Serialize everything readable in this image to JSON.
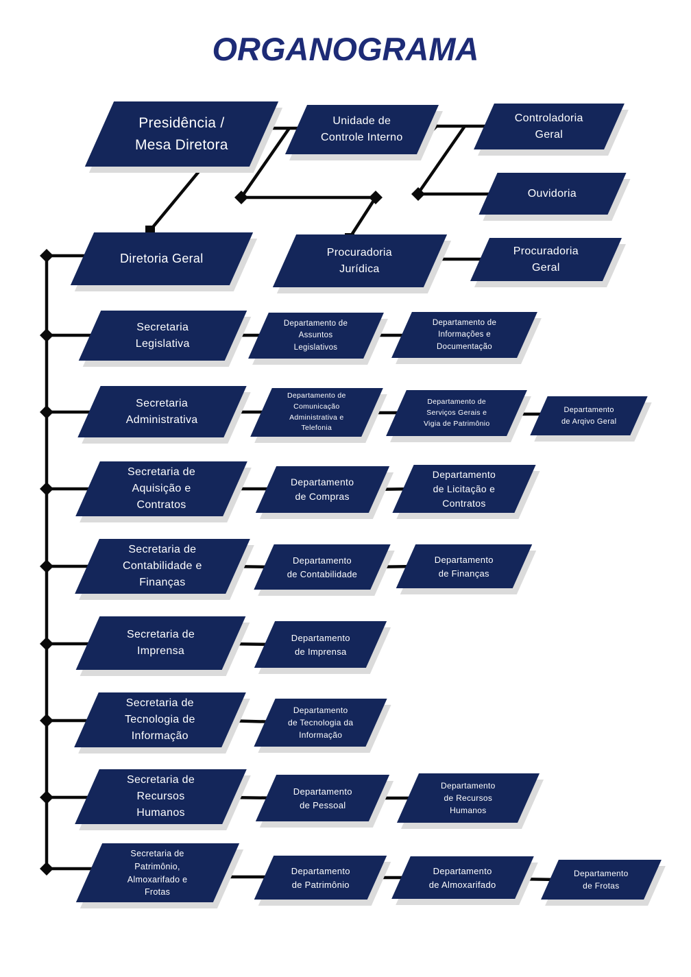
{
  "title": "ORGANOGRAMA",
  "colors": {
    "box": "#14265A",
    "title": "#1D2B76",
    "shadow": "#DBDBDB",
    "line": "#0A0A0A",
    "text": "#FFFFFF"
  },
  "nodes": {
    "presidencia": {
      "label": "Presidência /\nMesa Diretora"
    },
    "unidade_controle": {
      "label": "Unidade de\nControle Interno"
    },
    "controladoria": {
      "label": "Controladoria\nGeral"
    },
    "ouvidoria": {
      "label": "Ouvidoria"
    },
    "diretoria": {
      "label": "Diretoria Geral"
    },
    "procuradoria_juridica": {
      "label": "Procuradoria\nJurídica"
    },
    "procuradoria_geral": {
      "label": "Procuradoria\nGeral"
    },
    "sec_legislativa": {
      "label": "Secretaria\nLegislativa"
    },
    "dep_assuntos": {
      "label": "Departamento de\nAssuntos\nLegislativos"
    },
    "dep_informacoes": {
      "label": "Departamento de\nInformações e\nDocumentação"
    },
    "sec_administrativa": {
      "label": "Secretaria\nAdministrativa"
    },
    "dep_comunicacao": {
      "label": "Departamento de\nComunicação\nAdministrativa e\nTelefonia"
    },
    "dep_servicos": {
      "label": "Departamento de\nServiços Gerais e\nVigia de Patrimônio"
    },
    "dep_arqivo": {
      "label": "Departamento\nde Arqivo Geral"
    },
    "sec_aquisicao": {
      "label": "Secretaria de\nAquisição e\nContratos"
    },
    "dep_compras": {
      "label": "Departamento\nde Compras"
    },
    "dep_licitacao": {
      "label": "Departamento\nde Licitação e\nContratos"
    },
    "sec_contabilidade": {
      "label": "Secretaria de\nContabilidade e\nFinanças"
    },
    "dep_contabilidade": {
      "label": "Departamento\nde Contabilidade"
    },
    "dep_financas": {
      "label": "Departamento\nde Finanças"
    },
    "sec_imprensa": {
      "label": "Secretaria de\nImprensa"
    },
    "dep_imprensa": {
      "label": "Departamento\nde Imprensa"
    },
    "sec_tecnologia": {
      "label": "Secretaria de\nTecnologia de\nInformação"
    },
    "dep_tecnologia": {
      "label": "Departamento\nde Tecnologia da\nInformação"
    },
    "sec_recursos_humanos": {
      "label": "Secretaria de\nRecursos\nHumanos"
    },
    "dep_pessoal": {
      "label": "Departamento\nde Pessoal"
    },
    "dep_recursos_humanos": {
      "label": "Departamento\nde Recursos\nHumanos"
    },
    "sec_patrimonio": {
      "label": "Secretaria de\nPatrimônio,\nAlmoxarifado e\nFrotas"
    },
    "dep_patrimonio": {
      "label": "Departamento\nde Patrimônio"
    },
    "dep_almoxarifado": {
      "label": "Departamento\nde Almoxarifado"
    },
    "dep_frotas": {
      "label": "Departamento\nde Frotas"
    }
  }
}
